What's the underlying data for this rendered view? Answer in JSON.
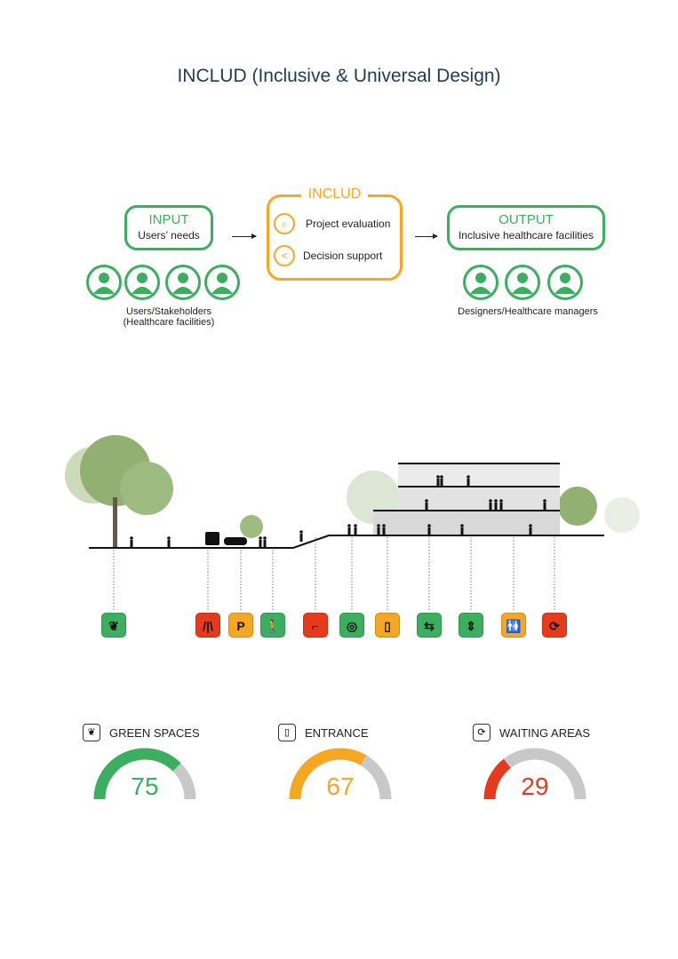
{
  "title": "INCLUD (Inclusive & Universal Design)",
  "flow": {
    "input": {
      "heading": "INPUT",
      "sub": "Users’ needs",
      "icons": [
        "doctor-user-icon",
        "nurse-user-icon",
        "user-icon",
        "payer-user-icon"
      ],
      "label_line1": "Users/Stakeholders",
      "label_line2": "(Healthcare facilities)"
    },
    "includ": {
      "heading": "INCLUD",
      "items": [
        {
          "icon": "magnifier-icon",
          "label": "Project evaluation"
        },
        {
          "icon": "share-icon",
          "label": "Decision support"
        }
      ]
    },
    "output": {
      "heading": "OUTPUT",
      "sub": "Inclusive healthcare facilities",
      "icons": [
        "designer-helmet-icon",
        "manager-euro-icon",
        "healthcare-staff-icon"
      ],
      "label": "Designers/Healthcare managers"
    }
  },
  "colors": {
    "green": "#3bae5f",
    "orange": "#f5a623",
    "red": "#e53a1c",
    "gray": "#c8c8c8",
    "title": "#1c3d4f"
  },
  "indicators": [
    {
      "name": "green-spaces",
      "icon": "leaf-icon",
      "glyph": "❦",
      "color": "#3bae5f"
    },
    {
      "name": "road",
      "icon": "road-icon",
      "glyph": "/|\\",
      "color": "#e53a1c"
    },
    {
      "name": "parking",
      "icon": "parking-icon",
      "glyph": "P",
      "color": "#f5a623"
    },
    {
      "name": "pedestrian",
      "icon": "pedestrian-icon",
      "glyph": "🚶",
      "color": "#3bae5f"
    },
    {
      "name": "stairs",
      "icon": "stairs-icon",
      "glyph": "⌐",
      "color": "#e53a1c"
    },
    {
      "name": "floor-signage",
      "icon": "concentric-circles-icon",
      "glyph": "◎",
      "color": "#3bae5f"
    },
    {
      "name": "entrance",
      "icon": "door-icon",
      "glyph": "▯",
      "color": "#f5a623"
    },
    {
      "name": "corridor",
      "icon": "two-way-arrows-icon",
      "glyph": "⇆",
      "color": "#3bae5f"
    },
    {
      "name": "elevator",
      "icon": "elevator-icon",
      "glyph": "⇕",
      "color": "#3bae5f"
    },
    {
      "name": "toilets",
      "icon": "toilets-icon",
      "glyph": "🚻",
      "color": "#f5a623"
    },
    {
      "name": "waiting-areas",
      "icon": "waiting-clock-icon",
      "glyph": "⟳",
      "color": "#e53a1c"
    }
  ],
  "gauges": [
    {
      "title": "GREEN SPACES",
      "icon": "leaf-icon",
      "glyph": "❦",
      "value": 75,
      "color": "#3bae5f"
    },
    {
      "title": "ENTRANCE",
      "icon": "door-icon",
      "glyph": "▯",
      "value": 67,
      "color": "#f5a623"
    },
    {
      "title": "WAITING AREAS",
      "icon": "waiting-clock-icon",
      "glyph": "⟳",
      "value": 29,
      "color": "#e53a1c"
    }
  ]
}
